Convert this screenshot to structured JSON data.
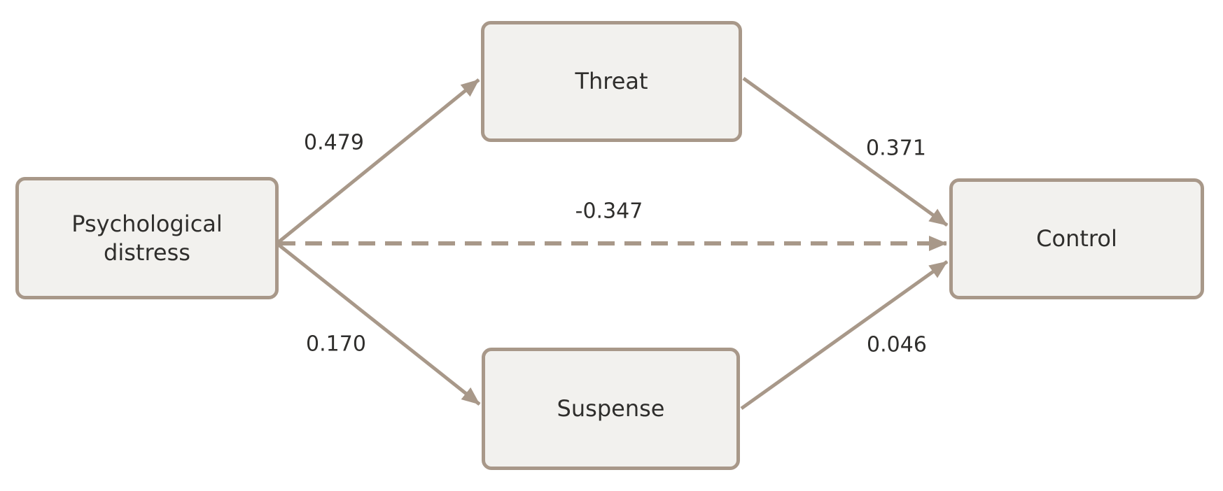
{
  "diagram": {
    "type": "path-model",
    "nodes": {
      "distress": {
        "label": "Psychological distress",
        "role": "predictor"
      },
      "threat": {
        "label": "Threat",
        "role": "mediator"
      },
      "suspense": {
        "label": "Suspense",
        "role": "mediator"
      },
      "control": {
        "label": "Control",
        "role": "outcome"
      }
    },
    "edges": [
      {
        "from": "Psychological distress",
        "to": "Threat",
        "value": "0.479",
        "style": "solid"
      },
      {
        "from": "Threat",
        "to": "Control",
        "value": "0.371",
        "style": "solid"
      },
      {
        "from": "Psychological distress",
        "to": "Control",
        "value": "-0.347",
        "style": "dashed"
      },
      {
        "from": "Psychological distress",
        "to": "Suspense",
        "value": "0.170",
        "style": "solid"
      },
      {
        "from": "Suspense",
        "to": "Control",
        "value": "0.046",
        "style": "solid"
      }
    ],
    "colors": {
      "node_fill": "#f2f1ee",
      "stroke": "#a89889",
      "text": "#2f2e2c",
      "background": "#ffffff"
    }
  }
}
